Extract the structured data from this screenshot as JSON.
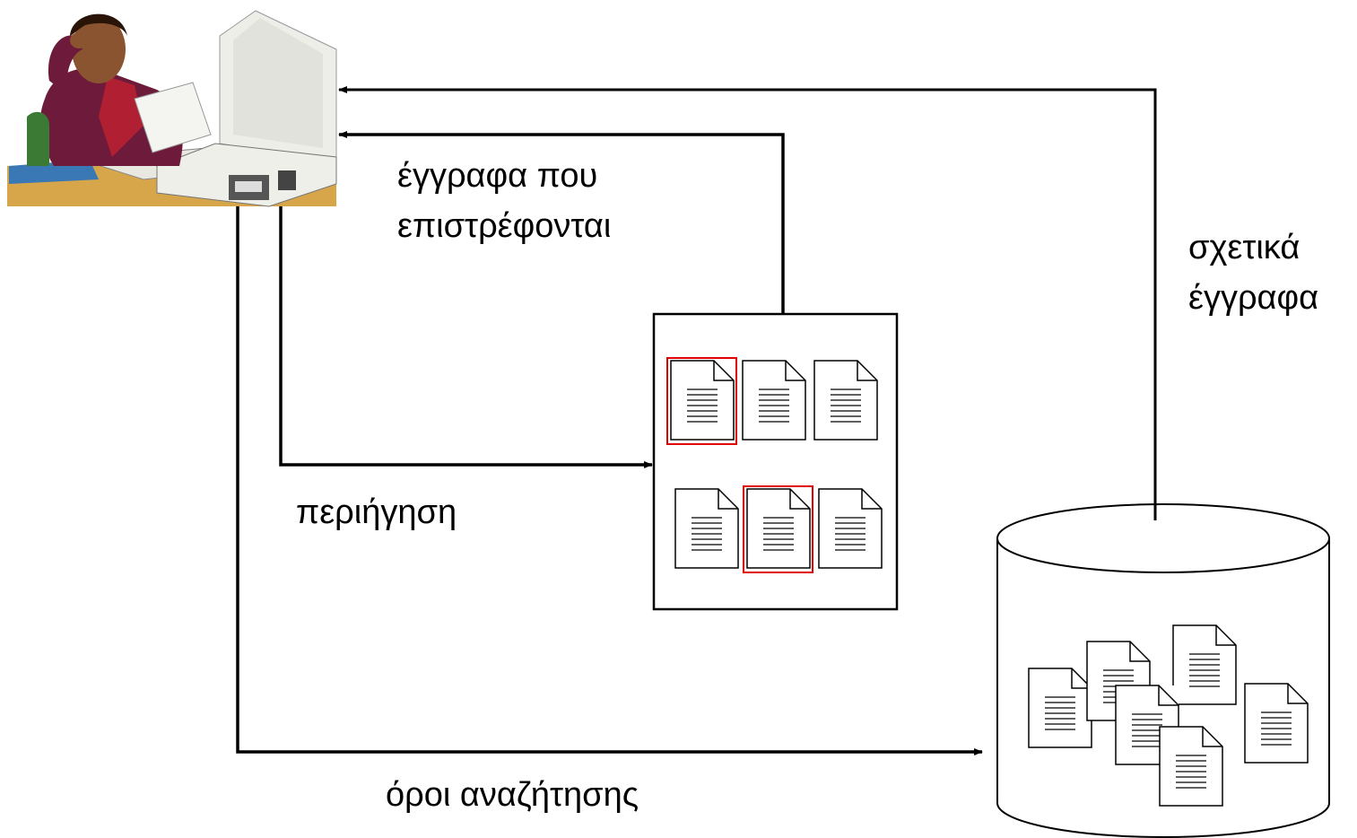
{
  "labels": {
    "returned_docs_line1": "έγγραφα που",
    "returned_docs_line2": "επιστρέφονται",
    "relevant_docs_line1": "σχετικά",
    "relevant_docs_line2": "έγγραφα",
    "browsing": "περιήγηση",
    "search_terms": "όροι αναζήτησης"
  },
  "icons": {
    "user": "user-at-computer-icon",
    "results": "document-icon",
    "collection": "database-cylinder-icon"
  },
  "colors": {
    "line": "#000000",
    "highlight": "#e00000"
  }
}
